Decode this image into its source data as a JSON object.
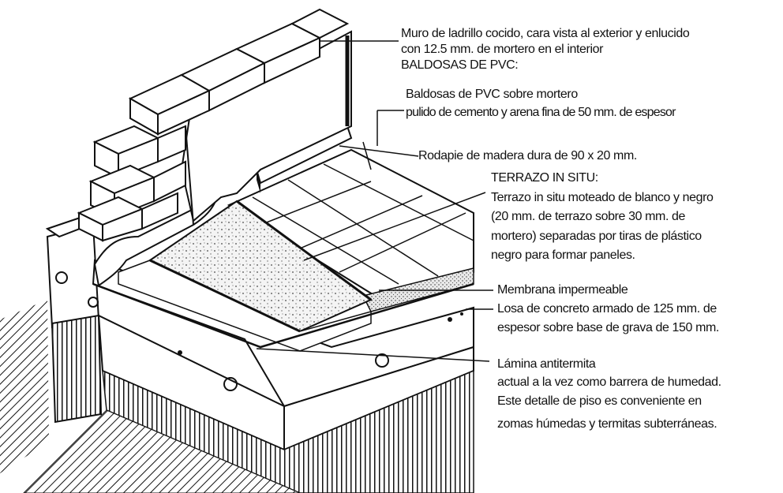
{
  "labels": {
    "muro_1": "Muro de ladrillo cocido, cara vista al exterior y enlucido",
    "muro_2": "con 12.5 mm. de mortero en el interior",
    "baldosas_head": "BALDOSAS DE PVC:",
    "baldosas_1": "Baldosas de PVC sobre mortero",
    "baldosas_2": "pulido de cemento y arena fina de 50 mm. de espesor",
    "rodapie": "Rodapie de madera dura de 90 x 20 mm.",
    "terrazo_head": "TERRAZO IN SITU:",
    "terrazo_1": "Terrazo in situ moteado de blanco y negro",
    "terrazo_2": "(20 mm. de terrazo sobre 30 mm. de",
    "terrazo_3": "mortero) separadas por tiras de plástico",
    "terrazo_4": "negro para formar paneles.",
    "membrana": "Membrana impermeable",
    "losa_1": "Losa de concreto armado de 125 mm. de",
    "losa_2": "espesor sobre base de grava de 150 mm.",
    "lamina_1": "Lámina antitermita",
    "lamina_2": "actual a la vez como barrera de humedad.",
    "nota_1": "Este detalle de piso es conveniente en",
    "nota_2": "zomas húmedas y termitas subterráneas."
  },
  "colors": {
    "ink": "#111111",
    "paper": "#ffffff",
    "shade": "#d6d6d6",
    "speckle": "#555555"
  }
}
